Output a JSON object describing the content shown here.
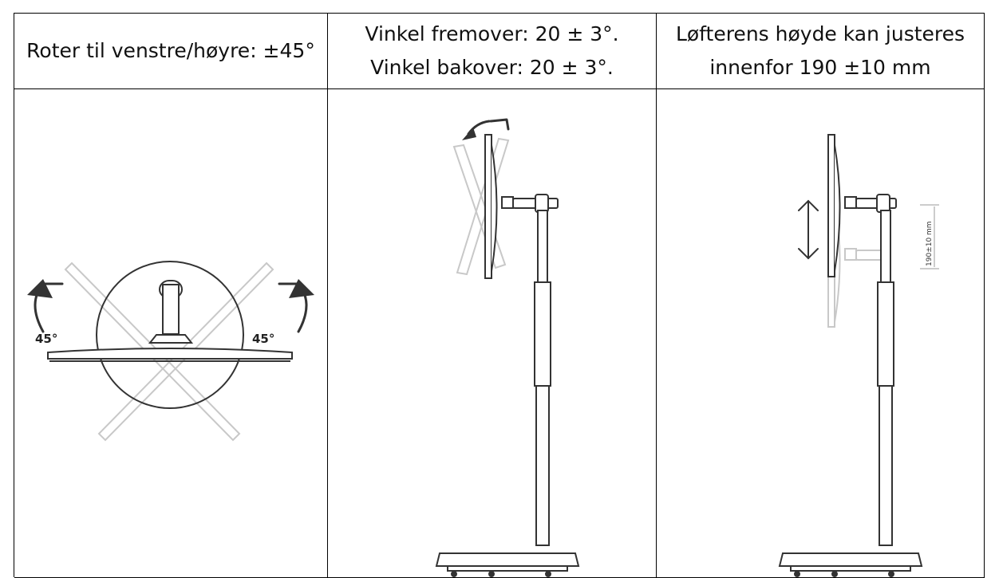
{
  "columns": [
    {
      "header_lines": [
        "Roter til venstre/høyre: ±45°"
      ],
      "figure": {
        "left_angle_label": "45°",
        "right_angle_label": "45°"
      }
    },
    {
      "header_lines": [
        "Vinkel fremover: 20 ± 3°.",
        "Vinkel bakover: 20 ± 3°."
      ]
    },
    {
      "header_lines": [
        "Løfterens høyde kan justeres",
        "innenfor 190 ±10 mm"
      ],
      "figure": {
        "dimension_label": "190±10 mm"
      }
    }
  ],
  "colors": {
    "line": "#333333",
    "ghost": "#c8c8c8",
    "border": "#000000"
  }
}
